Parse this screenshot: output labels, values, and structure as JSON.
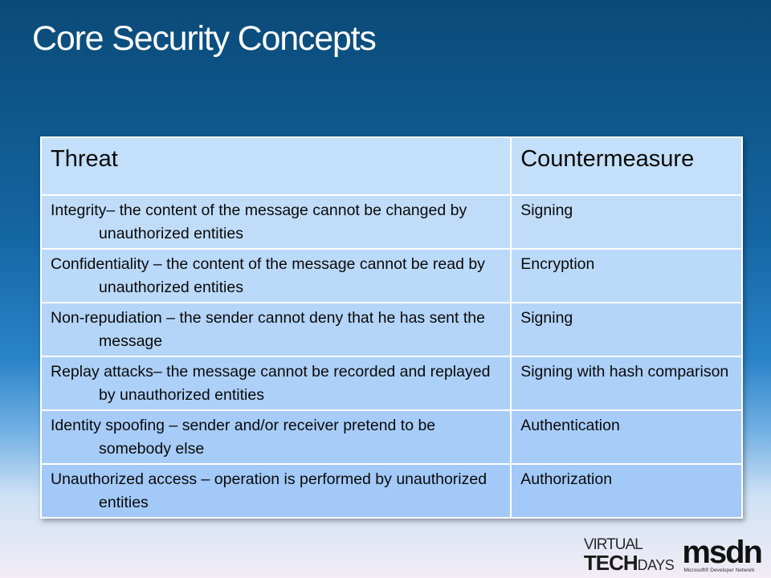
{
  "slide": {
    "title": "Core Security Concepts"
  },
  "table": {
    "headers": {
      "threat": "Threat",
      "countermeasure": "Countermeasure"
    },
    "rows": [
      {
        "threat": "Integrity– the content of the message cannot be changed by unauthorized entities",
        "countermeasure": "Signing"
      },
      {
        "threat": "Confidentiality – the content of the message cannot be read by unauthorized entities",
        "countermeasure": "Encryption"
      },
      {
        "threat": "Non-repudiation – the sender cannot deny that he has sent the message",
        "countermeasure": "Signing"
      },
      {
        "threat": "Replay attacks– the message cannot be recorded and replayed by unauthorized entities",
        "countermeasure": "Signing with hash comparison"
      },
      {
        "threat": "Identity spoofing – sender and/or receiver pretend to be somebody else",
        "countermeasure": "Authentication"
      },
      {
        "threat": "Unauthorized access – operation is performed by unauthorized entities",
        "countermeasure": "Authorization"
      }
    ]
  },
  "logos": {
    "virtual_tech_days": {
      "top": "VIRTUAL",
      "tech": "TECH",
      "days": "DAYS"
    },
    "msdn": {
      "word": "msdn",
      "subtitle": "Microsoft® Developer Network"
    }
  }
}
